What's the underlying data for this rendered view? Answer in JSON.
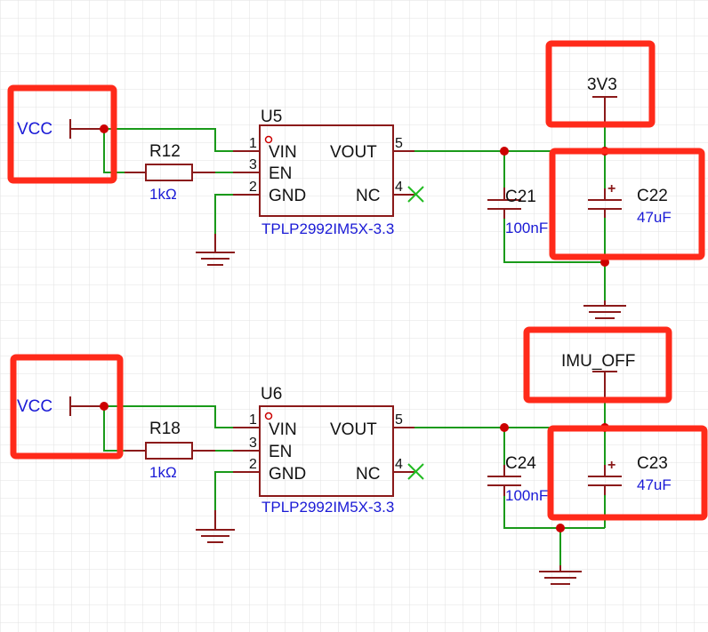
{
  "colors": {
    "wire": "#1a9a1a",
    "part": "#8b1a1a",
    "junction": "#cc0000",
    "label_blue": "#1a1ad6",
    "highlight": "#ff2a1a",
    "grid": "#e2e2e2",
    "nc_marker": "#22bb22"
  },
  "circuits": [
    {
      "power_in": "VCC",
      "resistor": {
        "ref": "R12",
        "value": "1kΩ"
      },
      "regulator": {
        "ref": "U5",
        "part": "TPLP2992IM5X-3.3",
        "pins": [
          {
            "num": "1",
            "name": "VIN"
          },
          {
            "num": "3",
            "name": "EN"
          },
          {
            "num": "2",
            "name": "GND"
          },
          {
            "num": "5",
            "name": "VOUT"
          },
          {
            "num": "4",
            "name": "NC"
          }
        ]
      },
      "cap_small": {
        "ref": "C21",
        "value": "100nF"
      },
      "cap_bulk": {
        "ref": "C22",
        "value": "47uF",
        "polarity": "+"
      },
      "net_out": "3V3"
    },
    {
      "power_in": "VCC",
      "resistor": {
        "ref": "R18",
        "value": "1kΩ"
      },
      "regulator": {
        "ref": "U6",
        "part": "TPLP2992IM5X-3.3",
        "pins": [
          {
            "num": "1",
            "name": "VIN"
          },
          {
            "num": "3",
            "name": "EN"
          },
          {
            "num": "2",
            "name": "GND"
          },
          {
            "num": "5",
            "name": "VOUT"
          },
          {
            "num": "4",
            "name": "NC"
          }
        ]
      },
      "cap_small": {
        "ref": "C24",
        "value": "100nF"
      },
      "cap_bulk": {
        "ref": "C23",
        "value": "47uF",
        "polarity": "+"
      },
      "net_out": "IMU_OFF"
    }
  ]
}
